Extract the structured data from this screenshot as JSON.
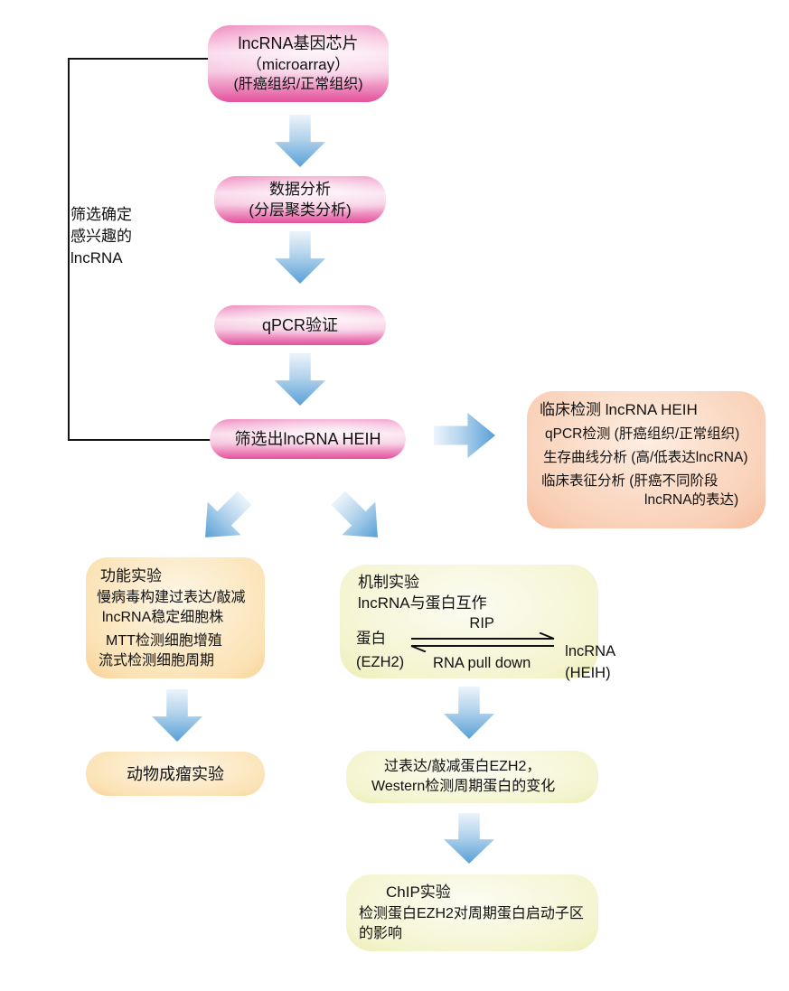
{
  "colors": {
    "pink_edge": "#e4519c",
    "orange_edge": "#f4a64e",
    "salmon_edge": "#ee8a5f",
    "yellow_green_edge": "#dcdd6e",
    "arrow_blue": "#58a0d7",
    "loop_line": "#141414",
    "text": "#111111"
  },
  "loop": {
    "line1": "筛选确定",
    "line2": "感兴趣的",
    "line3": "lncRNA"
  },
  "boxes": {
    "microarray": {
      "line1": "lncRNA基因芯片",
      "line2": "（microarray）",
      "line3": "(肝癌组织/正常组织)"
    },
    "data_analysis": {
      "line1": "数据分析",
      "line2": "(分层聚类分析)"
    },
    "qpcr": {
      "line1": "qPCR验证"
    },
    "heih": {
      "line1": "筛选出lncRNA HEIH"
    },
    "clinical": {
      "title": "临床检测 lncRNA HEIH",
      "line2": "qPCR检测 (肝癌组织/正常组织)",
      "line3": "生存曲线分析 (高/低表达lncRNA)",
      "line4": "临床表征分析 (肝癌不同阶段",
      "line5": "lncRNA的表达)"
    },
    "functional": {
      "title": "功能实验",
      "line2": "慢病毒构建过表达/敲减",
      "line3": "lncRNA稳定细胞株",
      "line4": "MTT检测细胞增殖",
      "line5": "流式检测细胞周期"
    },
    "mechanism": {
      "title": "机制实验",
      "line2": "lncRNA与蛋白互作",
      "protein_label": "蛋白",
      "protein_sub": "(EZH2)",
      "forward_label": "RIP",
      "reverse_label": "RNA pull down",
      "rna_label": "lncRNA",
      "rna_sub": "(HEIH)"
    },
    "animal": {
      "line1": "动物成瘤实验"
    },
    "ezh2_western": {
      "line1": "过表达/敲减蛋白EZH2，",
      "line2": "Western检测周期蛋白的变化"
    },
    "chip": {
      "title": "ChIP实验",
      "line2": "检测蛋白EZH2对周期蛋白启动子区",
      "line3": "的影响"
    }
  }
}
